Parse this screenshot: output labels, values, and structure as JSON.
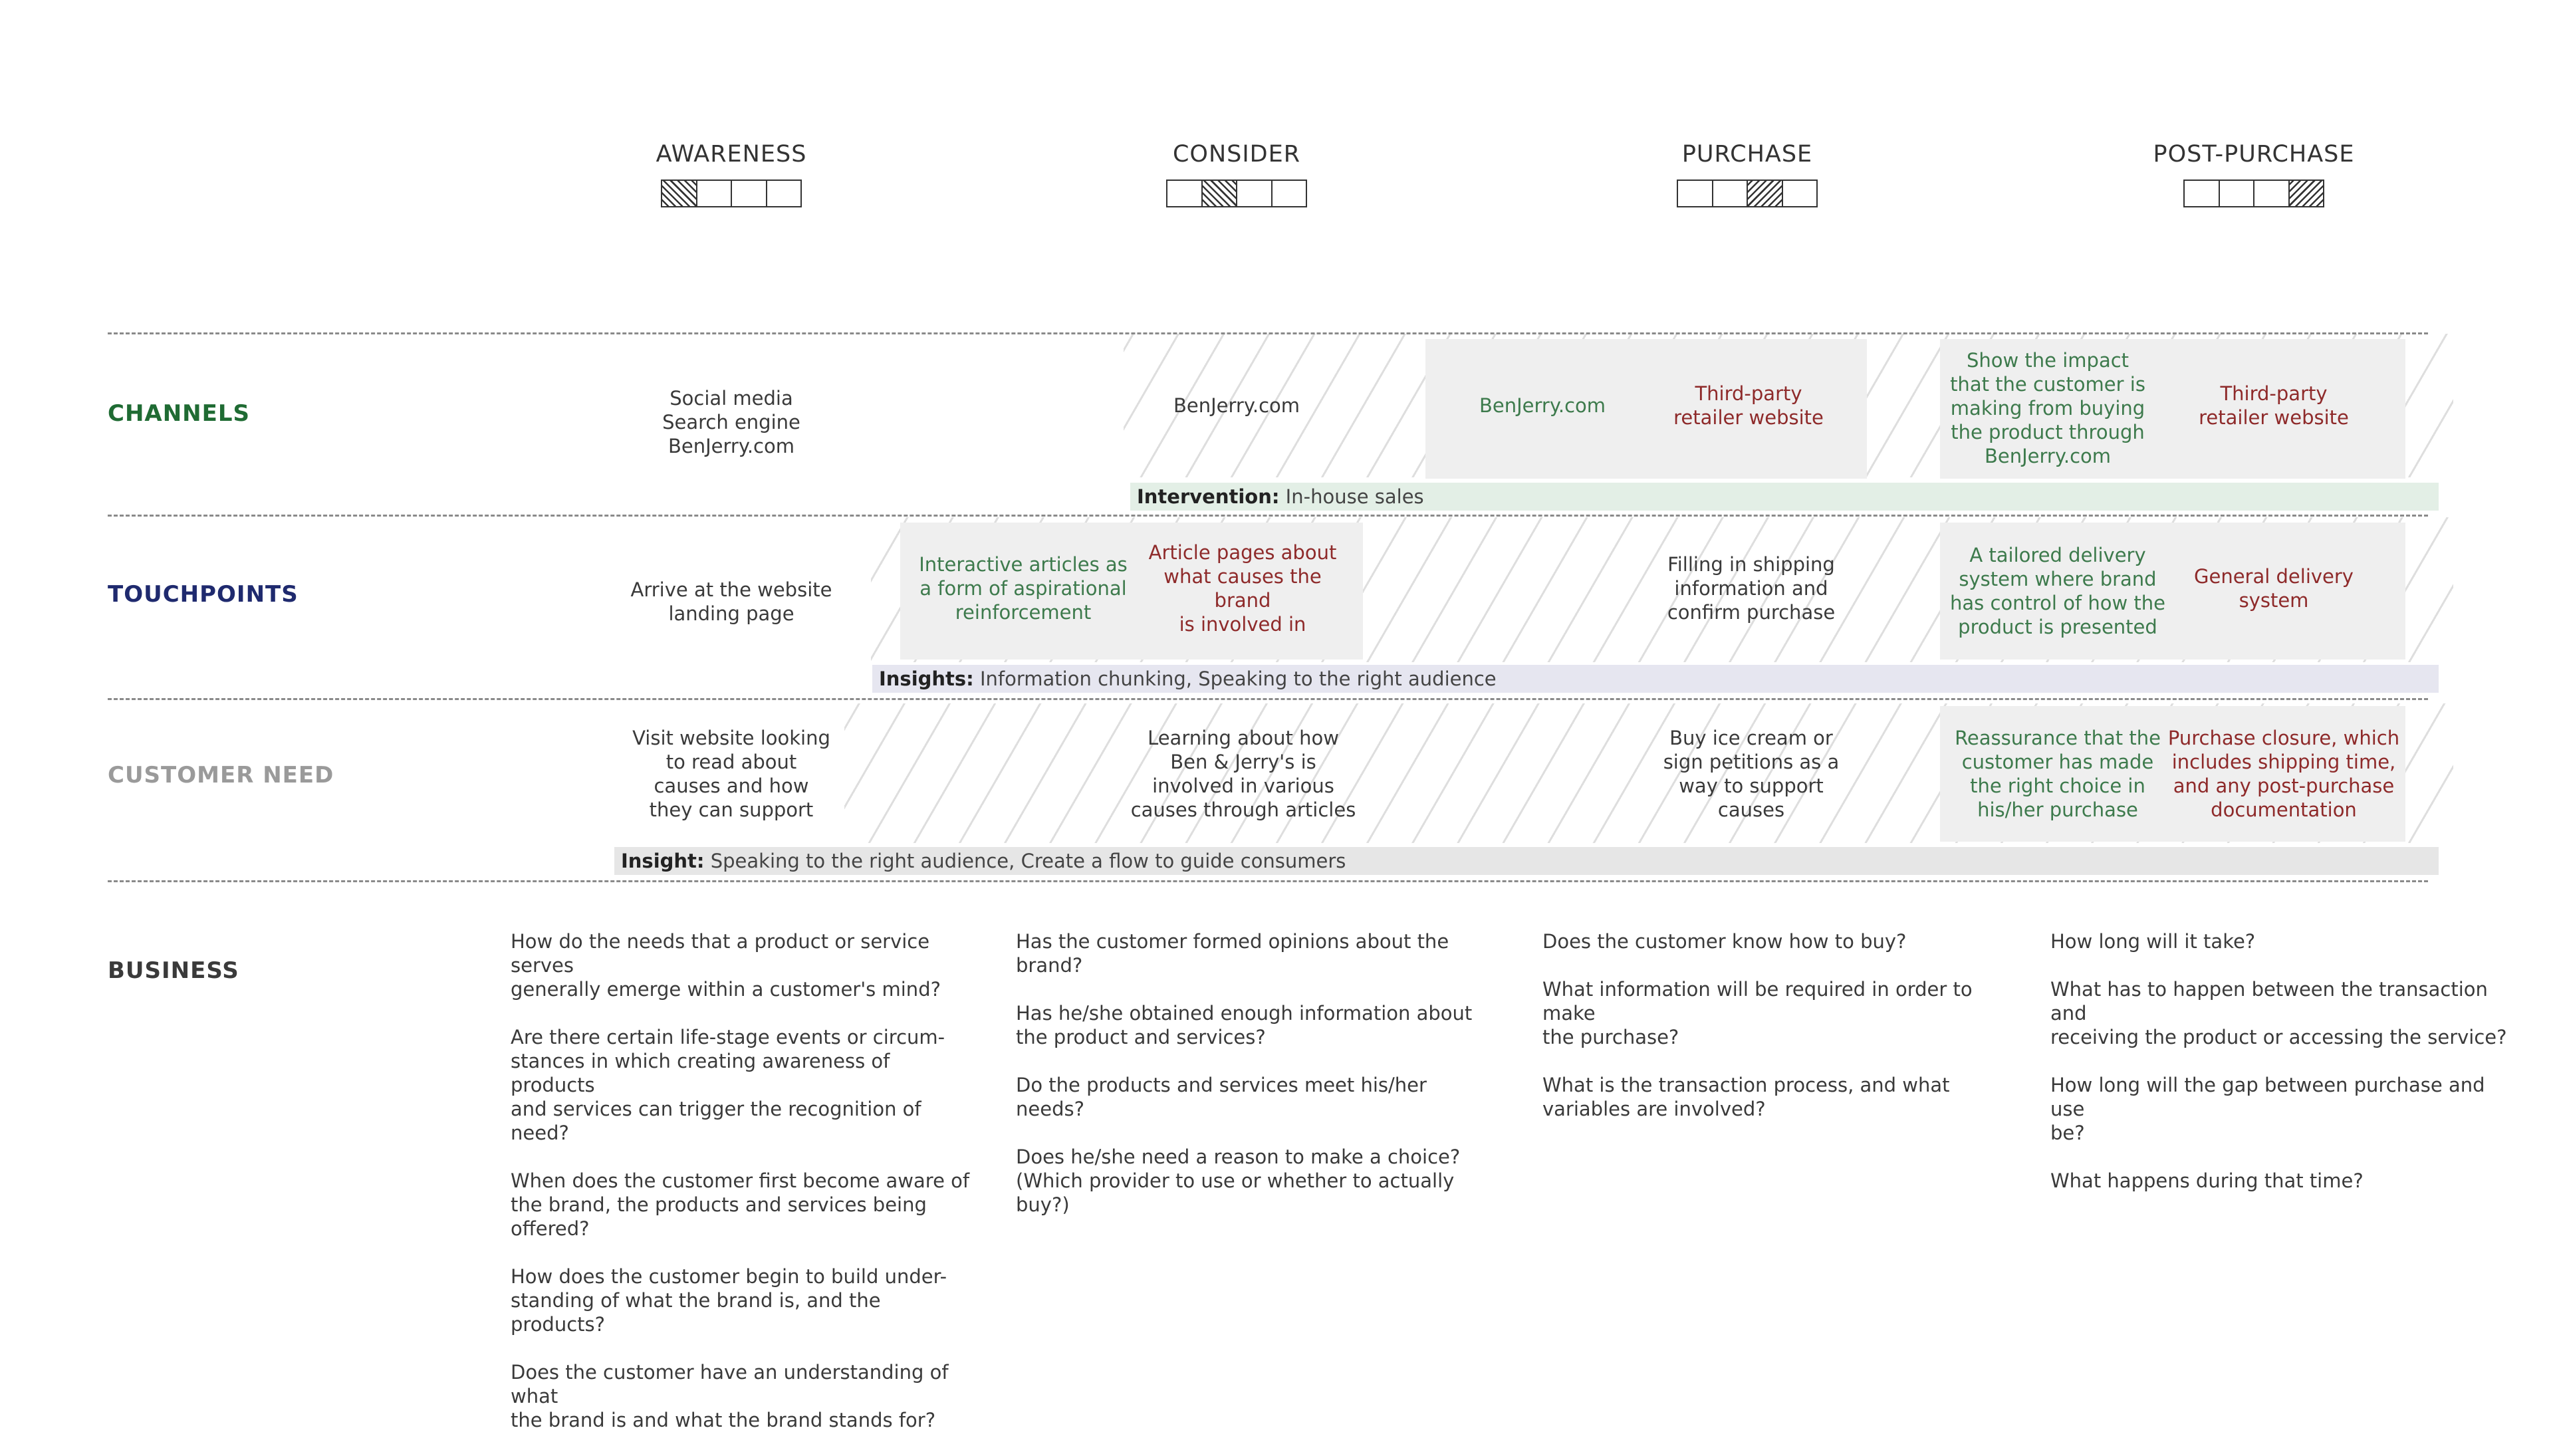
{
  "stages": [
    {
      "title": "AWARENESS",
      "active_index": 0
    },
    {
      "title": "CONSIDER",
      "active_index": 1
    },
    {
      "title": "PURCHASE",
      "active_index": 2
    },
    {
      "title": "POST-PURCHASE",
      "active_index": 3
    }
  ],
  "rows": {
    "channels": "CHANNELS",
    "touchpoints": "TOUCHPOINTS",
    "customer_need": "CUSTOMER NEED",
    "business": "BUSINESS"
  },
  "channels": {
    "awareness": "Social media\nSearch engine\nBenJerry.com",
    "consider": "BenJerry.com",
    "purchase_a": "BenJerry.com",
    "purchase_b": "Third-party\nretailer website",
    "post_a": "Show the impact\nthat the customer is\nmaking from buying\nthe product through\nBenJerry.com",
    "post_b": "Third-party\nretailer website",
    "bar_label": "Intervention:",
    "bar_text": " In-house sales"
  },
  "touchpoints": {
    "awareness": "Arrive at the website\nlanding page",
    "consider_a": "Interactive articles as\na form of aspirational\nreinforcement",
    "consider_b": "Article pages about\nwhat causes the brand\nis involved in",
    "purchase": "Filling in shipping\ninformation and\nconfirm purchase",
    "post_a": "A tailored delivery\nsystem where brand\nhas control of how the\nproduct is presented",
    "post_b": "General delivery\nsystem",
    "bar_label": "Insights:",
    "bar_text": " Information chunking,  Speaking to the right audience"
  },
  "customer_need": {
    "awareness": "Visit website looking\nto read about\ncauses and how\nthey can support",
    "consider": "Learning about how\nBen & Jerry's is\ninvolved in various\ncauses through articles",
    "purchase": "Buy ice cream or\nsign petitions as a\nway to support\ncauses",
    "post_a": "Reassurance that the\ncustomer has made\nthe right choice in\nhis/her purchase",
    "post_b": "Purchase closure, which\nincludes shipping time,\nand any post-purchase\ndocumentation",
    "bar_label": "Insight:",
    "bar_text": " Speaking to the right audience,  Create a flow to guide consumers"
  },
  "business": {
    "awareness": [
      "How do the needs that a product or service serves\ngenerally emerge within a customer's mind?",
      "Are there certain life-stage events or circum-\nstances in which creating awareness of products\nand services can trigger the recognition of need?",
      "When does the customer first become aware of\nthe brand, the products and services being\noffered?",
      "How does the customer begin to build under-\nstanding of what the brand is, and the products?",
      "Does the customer have an understanding of what\nthe brand is and what the brand stands for?"
    ],
    "consider": [
      "Has the customer formed opinions about the\nbrand?",
      "Has he/she obtained enough information about\nthe product and services?",
      "Do the products and services meet his/her needs?",
      "Does he/she need a reason to make a choice?\n(Which provider to use or whether to actually\nbuy?)"
    ],
    "purchase": [
      "Does the customer know how to buy?",
      "What information will be required in order to make\nthe purchase?",
      "What is the transaction process, and what\nvariables are involved?"
    ],
    "post_purchase": [
      "How long will it take?",
      "What has to happen between the transaction and\nreceiving the product or accessing the service?",
      "How long will the gap between purchase and use\nbe?",
      "What happens during that time?"
    ]
  },
  "colors": {
    "channels_label": "#1f6b33",
    "touchpoints_label": "#1f2a6e",
    "customer_need_label": "#9a9a9a",
    "business_label": "#3a3a3a",
    "green_text": "#3d7a4c",
    "red_text": "#8e2a2a",
    "intervention_bar": "#e3efe6",
    "insights_bar": "#e6e6f0",
    "insight_bar": "#e6e6e6"
  }
}
